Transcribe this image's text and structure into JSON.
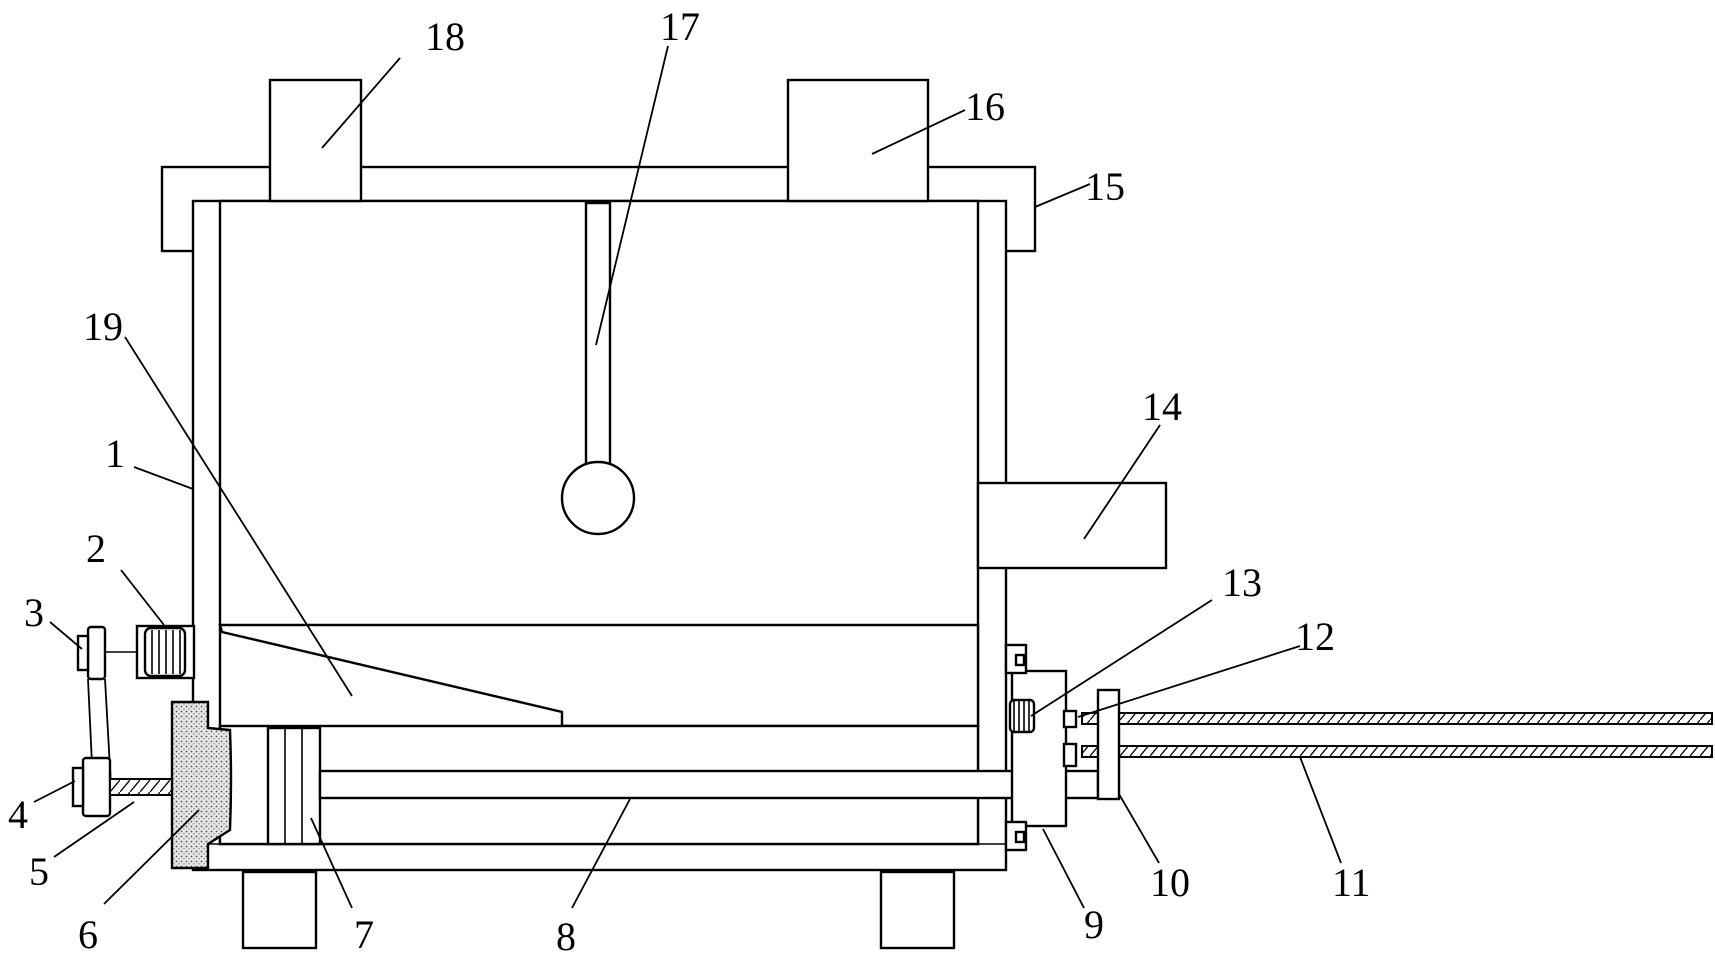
{
  "labels": {
    "n1": "1",
    "n2": "2",
    "n3": "3",
    "n4": "4",
    "n5": "5",
    "n6": "6",
    "n7": "7",
    "n8": "8",
    "n9": "9",
    "n10": "10",
    "n11": "11",
    "n12": "12",
    "n13": "13",
    "n14": "14",
    "n15": "15",
    "n16": "16",
    "n17": "17",
    "n18": "18",
    "n19": "19"
  },
  "colors": {
    "line": "#000000",
    "background": "#ffffff",
    "pad_fill": "#cfcfcf"
  }
}
